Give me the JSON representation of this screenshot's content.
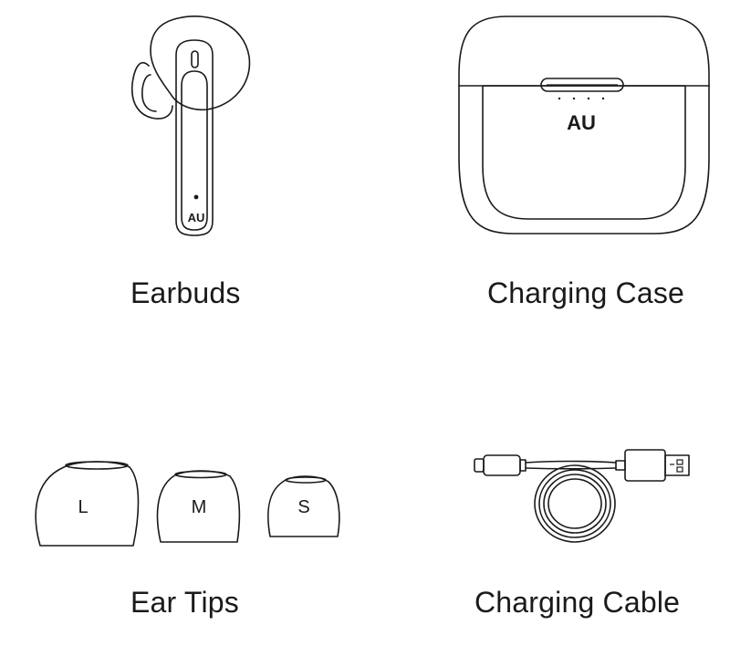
{
  "items": [
    {
      "id": "earbuds",
      "label": "Earbuds",
      "logo": "AU"
    },
    {
      "id": "charging-case",
      "label": "Charging Case",
      "logo": "AU"
    },
    {
      "id": "ear-tips",
      "label": "Ear Tips",
      "sizes": [
        "L",
        "M",
        "S"
      ]
    },
    {
      "id": "charging-cable",
      "label": "Charging Cable"
    }
  ],
  "colors": {
    "line": "#1a1a1a",
    "background": "#ffffff"
  }
}
